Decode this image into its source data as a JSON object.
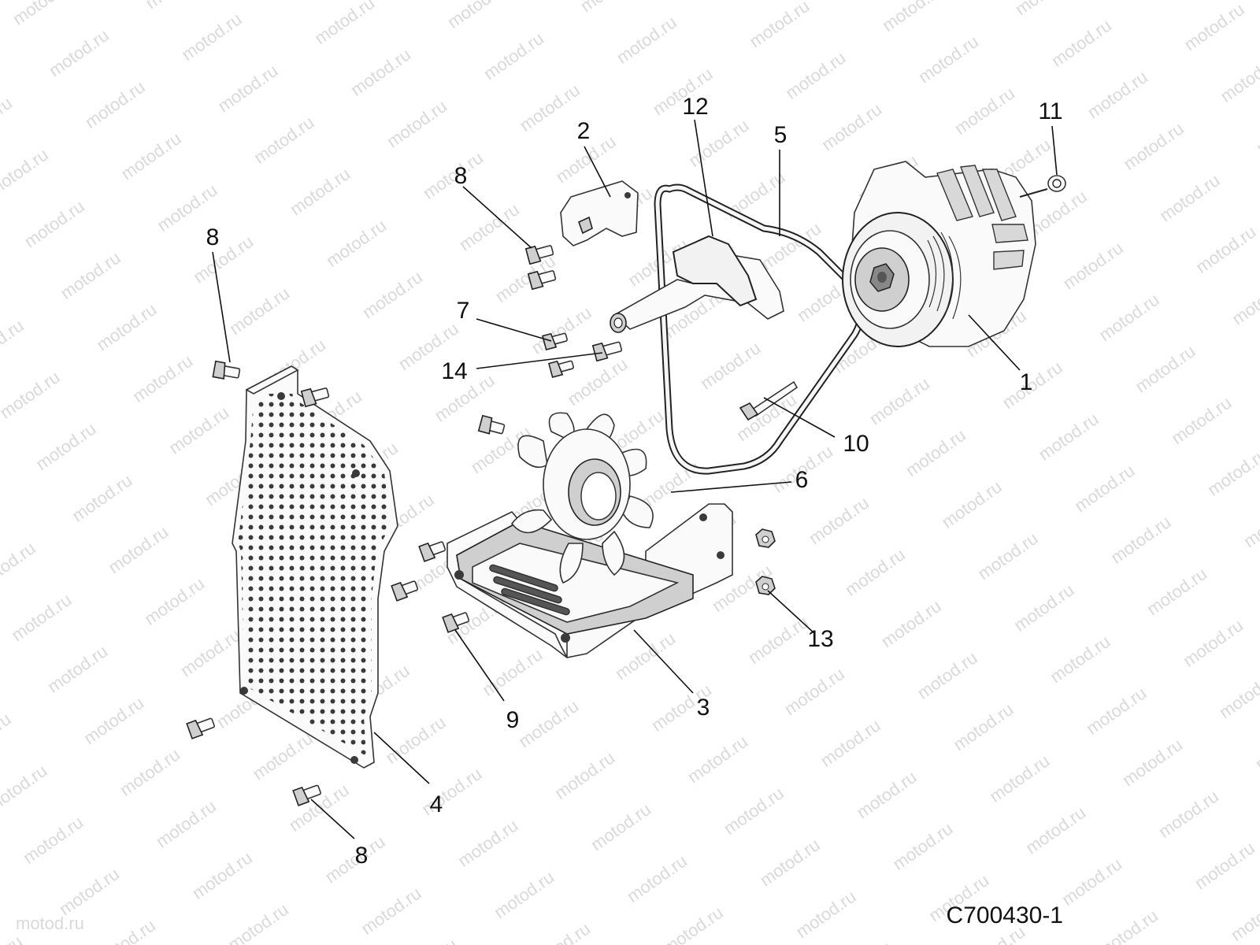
{
  "figure_code": "C700430-1",
  "watermark_text": "motod.ru",
  "callouts": [
    {
      "label": "1",
      "part": "alternator"
    },
    {
      "label": "2",
      "part": "alternator-bracket-plate"
    },
    {
      "label": "3",
      "part": "fan-bracket"
    },
    {
      "label": "4",
      "part": "perforated-shield"
    },
    {
      "label": "5",
      "part": "drive-belt"
    },
    {
      "label": "6",
      "part": "cooling-fan"
    },
    {
      "label": "7",
      "part": "bolt"
    },
    {
      "label": "8",
      "part": "bolt"
    },
    {
      "label": "9",
      "part": "bolt"
    },
    {
      "label": "10",
      "part": "long-bolt"
    },
    {
      "label": "11",
      "part": "nut"
    },
    {
      "label": "12",
      "part": "alternator-mounting-arm"
    },
    {
      "label": "13",
      "part": "flange-nut"
    },
    {
      "label": "14",
      "part": "bolt"
    }
  ]
}
